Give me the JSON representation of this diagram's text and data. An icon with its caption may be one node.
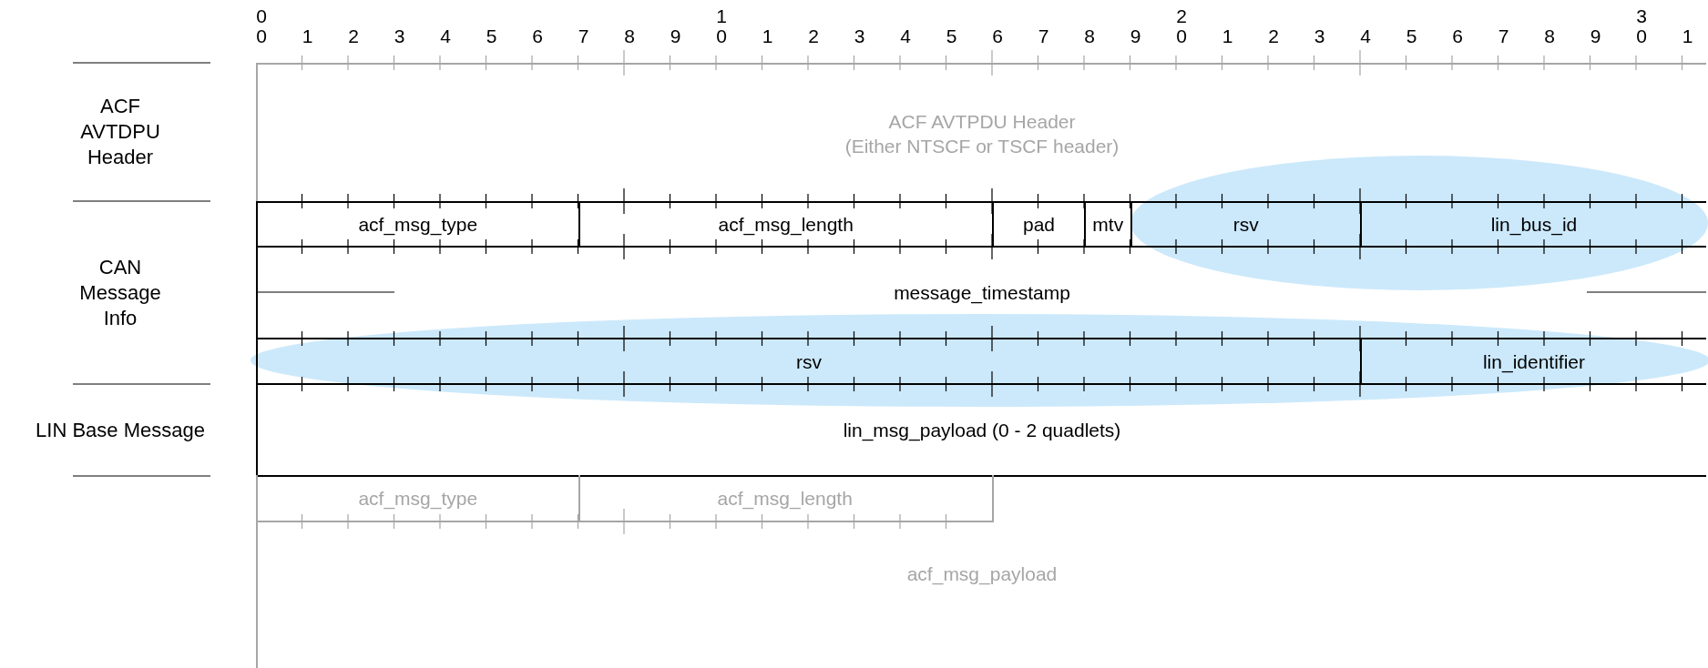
{
  "diagram": {
    "nodes": [
      {
        "text": [
          "ACF AVTPDU Header",
          "(Either NTSCF or TSCF header)"
        ]
      },
      {
        "text": [
          "acf_msg_type"
        ]
      },
      {
        "text": [
          "acf_msg_length"
        ]
      },
      {
        "text": [
          "pad"
        ]
      },
      {
        "text": [
          "mtv"
        ]
      },
      {
        "text": [
          "rsv"
        ]
      },
      {
        "text": [
          "lin_bus_id"
        ]
      },
      {
        "text": [
          "message_timestamp"
        ]
      },
      {
        "text": [
          "rsv"
        ]
      },
      {
        "text": [
          "lin_identifier"
        ]
      },
      {
        "text": [
          "lin_msg_payload (0 - 2 quadlets)"
        ]
      },
      {
        "text": [
          "acf_msg_type"
        ]
      },
      {
        "text": [
          "acf_msg_length"
        ]
      },
      {
        "text": [
          "acf_msg_payload"
        ]
      }
    ],
    "edges": [],
    "labels": [
      "0",
      "1",
      "2",
      "3",
      "0",
      "1",
      "2",
      "3",
      "4",
      "5",
      "6",
      "7",
      "8",
      "9",
      "0",
      "1",
      "2",
      "3",
      "4",
      "5",
      "6",
      "7",
      "8",
      "9",
      "0",
      "1",
      "2",
      "3",
      "4",
      "5",
      "6",
      "7",
      "8",
      "9",
      "0",
      "1",
      "ACF AVTDPU Header",
      "CAN Message Info",
      "LIN Base Message"
    ]
  }
}
